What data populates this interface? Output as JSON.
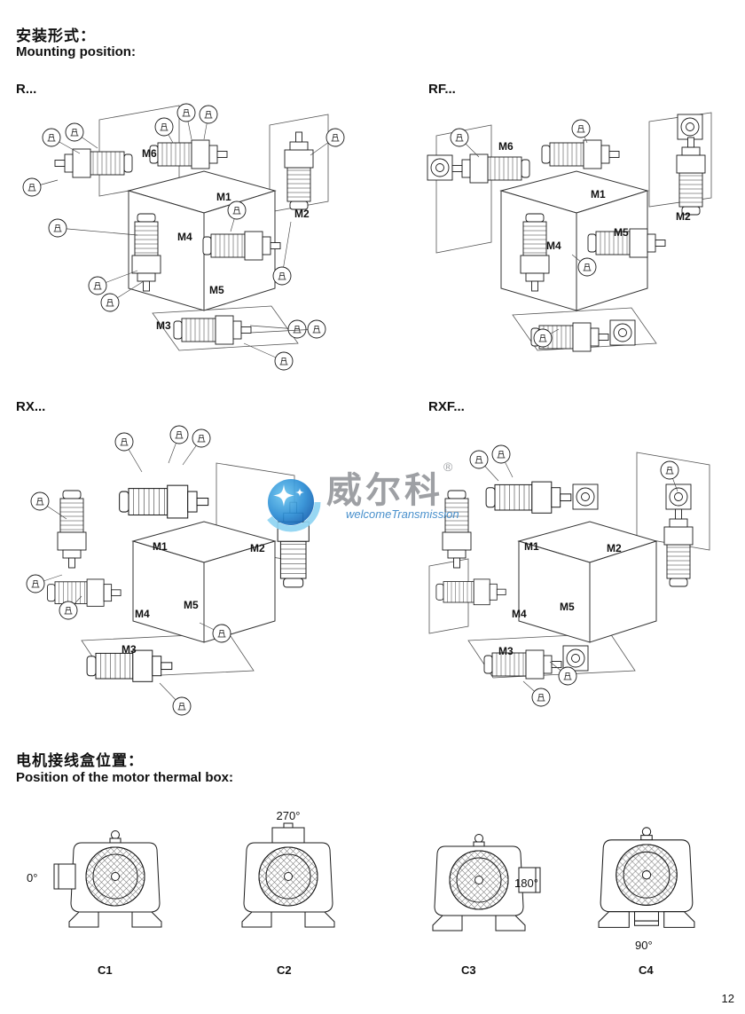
{
  "page": {
    "number": "12"
  },
  "header": {
    "title_zh": "安装形式：",
    "title_en": "Mounting position:"
  },
  "sections": {
    "r": {
      "label": "R..."
    },
    "rf": {
      "label": "RF..."
    },
    "rx": {
      "label": "RX..."
    },
    "rxf": {
      "label": "RXF..."
    }
  },
  "diagrams": {
    "r": {
      "m1": "M1",
      "m2": "M2",
      "m3": "M3",
      "m4": "M4",
      "m5": "M5",
      "m6": "M6"
    },
    "rf": {
      "m1": "M1",
      "m2": "M2",
      "m4": "M4",
      "m5": "M5",
      "m6": "M6"
    },
    "rx": {
      "m1": "M1",
      "m2": "M2",
      "m3": "M3",
      "m4": "M4",
      "m5": "M5"
    },
    "rxf": {
      "m1": "M1",
      "m2": "M2",
      "m3": "M3",
      "m4": "M4",
      "m5": "M5"
    }
  },
  "thermal": {
    "title_zh": "电机接线盒位置：",
    "title_en": "Position of the motor thermal box:",
    "positions": [
      {
        "label": "C1",
        "angle": "0°"
      },
      {
        "label": "C2",
        "angle": "270°"
      },
      {
        "label": "C3",
        "angle": "180°"
      },
      {
        "label": "C4",
        "angle": "90°"
      }
    ]
  },
  "watermark": {
    "brand": "威尔科",
    "registered": "®",
    "subtitle": "welcomeTransmission"
  }
}
